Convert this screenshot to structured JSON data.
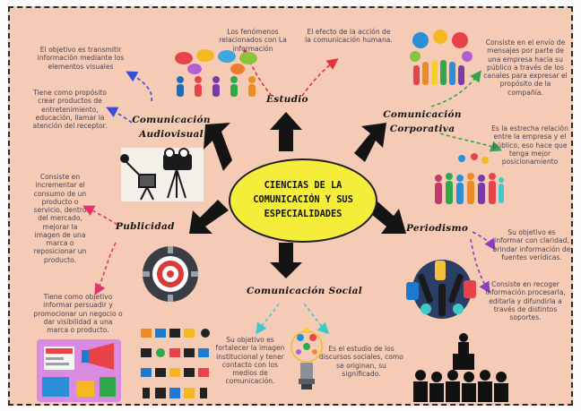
{
  "center": {
    "title": "CIENCIAS DE LA COMUNICACIÓN Y SUS ESPECIALIDADES"
  },
  "branches": {
    "estudio": {
      "label": "Estudio",
      "notes": [
        "Los fenómenos relacionados con La información",
        "El efecto de la acción de la comunicación humana."
      ]
    },
    "audiovisual": {
      "label": "Comunicación Audiovisual",
      "notes": [
        "El objetivo es transmitir información mediante los elementos visuales",
        "Tiene como propósito crear productos de entretenimiento, educación, llamar la atención del receptor."
      ]
    },
    "corporativa": {
      "label": "Comunicación Corporativa",
      "notes": [
        "Consiste en el envío de mensajes por parte de una empresa hacia su público a través de los canales para expresar el propósito de la compañía.",
        "Es la estrecha relación entre la empresa y el público, eso hace que tenga mejor posicionamiento"
      ]
    },
    "publicidad": {
      "label": "Publicidad",
      "notes": [
        "Consiste en incrementar el consumo de un producto o servicio, dentro del mercado, mejorar la imagen de una marca o reposicionar un producto.",
        "Tiene como objetivo informar persuadir y promocionar un negocio o dar visibilidad a una marca o producto."
      ]
    },
    "periodismo": {
      "label": "Periodismo",
      "notes": [
        "Su objetivo es informar con claridad, brindar información de fuentes verídicas.",
        "Consiste en recoger información procesarla, editarla y difundirla a través de distintos soportes."
      ]
    },
    "social": {
      "label": "Comunicación Social",
      "notes": [
        "Su objetivo es fortalecer la imagen institucional y tener contacto con los medios de comunicación.",
        "Es el estudio de los discursos sociales, como se originan, su significado."
      ]
    }
  },
  "colors": {
    "background": "#f6cbb6",
    "center": "#f4ee3a",
    "arrow_estudio": "#e4313b",
    "arrow_audiovisual": "#3b4fd6",
    "arrow_corporativa": "#2fa84a",
    "arrow_publicidad": "#e23570",
    "arrow_periodismo": "#8a3fc4",
    "arrow_social": "#3fc9c9",
    "main_arrows": "#141414"
  },
  "icons": [
    "speech-bubbles-people-icon",
    "film-camera-icon",
    "social-network-hands-icon",
    "team-people-icon",
    "target-icon",
    "press-microphones-icon",
    "lightbulb-media-icon",
    "media-icons-grid-icon",
    "advertising-desk-icon",
    "audience-speaker-icon"
  ]
}
